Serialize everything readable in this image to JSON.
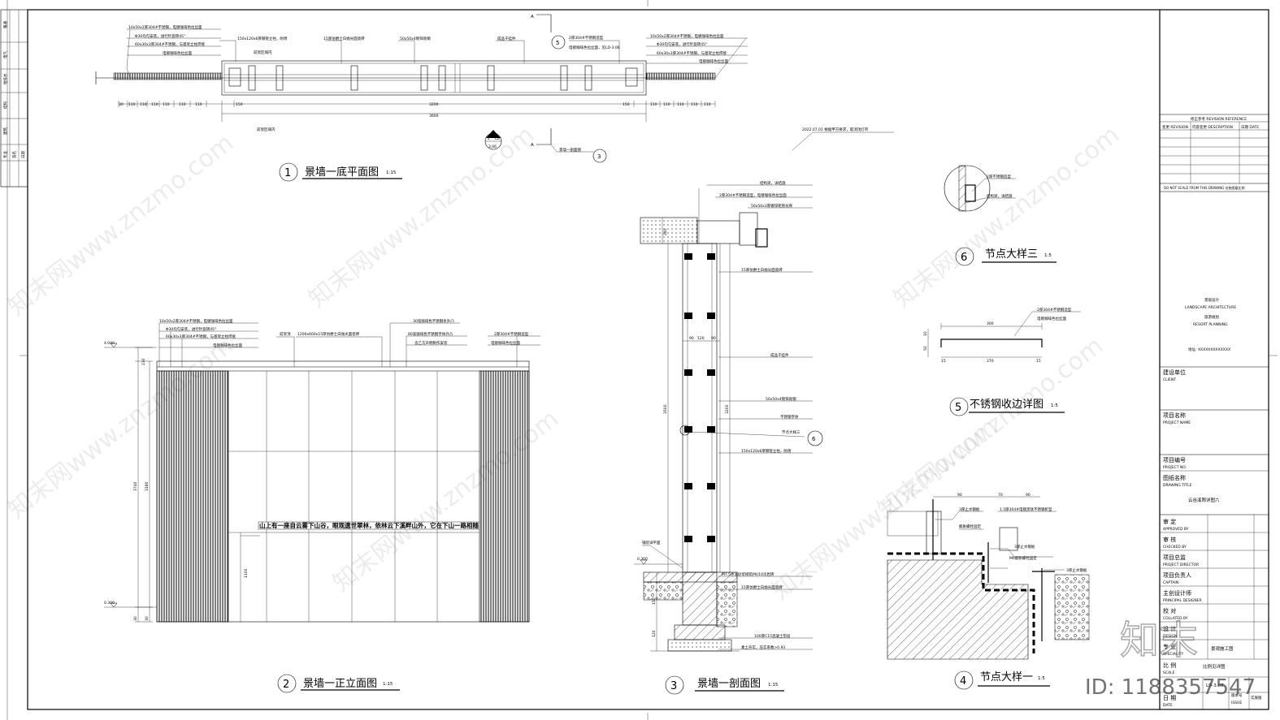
{
  "plan": {
    "num": "1",
    "title": "景墙一底平面图",
    "scale": "1:15",
    "dims_bottom": [
      "30",
      "110",
      "110",
      "110",
      "110",
      "110",
      "110",
      "150",
      "3200",
      "150",
      "110",
      "110",
      "110",
      "110",
      "110",
      "110",
      "30"
    ],
    "dim_total": "3600",
    "note_left1": "10x50x2厚304#不锈钢，电镀咖啡色拉丝面",
    "note_left2": "Φ30均匀安装，进行针旋转45°",
    "note_left3": "60x30x3厚304#不锈钢，与基架立柱焊接",
    "note_left4": "电镀咖啡色拉丝面",
    "note_a": "150x120x6厚钢管立柱，防锈",
    "note_b": "15厚仿爵士白抛光面瓷砖",
    "note_c": "50x50x4镀锌角钢",
    "note_d": "成品干挂件",
    "note_e": "2厚304#不锈钢造型",
    "note_f": "电镀咖啡色拉丝面，见LD-3.06",
    "note_r1": "10x50x2厚304#不锈钢，电镀咖啡色拉丝面",
    "note_r2": "Φ30均匀安装，进行针旋转45°",
    "note_r3": "60x30x3厚304#不锈钢，与基架立柱焊接",
    "note_r4": "电镀咖啡色拉丝面",
    "inside_label": "前架区域内",
    "bottom_label": "前架区域内",
    "section_mark": "A",
    "callout5": "5",
    "callout3": "3",
    "callout3_label": "景墙一剖面图",
    "ld_top": "2",
    "ld_mid": "LD",
    "ld_bot": "3.06"
  },
  "elev": {
    "num": "2",
    "title": "景墙一正立面图",
    "scale": "1:15",
    "lvl_top": "4.040",
    "lvl_bot": "0.300",
    "dim_230": "230",
    "dim_3740": "3740",
    "dim_3180": "3180",
    "dim_1100": "1100",
    "dim_30a": "30",
    "dim_30b": "30",
    "n1": "10x50x2厚304#不锈钢，电镀咖啡色拉丝面",
    "n2": "Φ30均匀安装，进行针旋转45°",
    "n3": "60x30x3厚304#不锈钢，与基架立柱焊接",
    "n4": "电镀咖啡色拉丝面",
    "n5": "前架顶",
    "n6": "1200x600x15厚仿爵士白抛光面瓷砖",
    "n7": "30宽咖啡色不锈钢条外凸",
    "n8": "80高咖啡色不锈钢字体外凸",
    "n9": "含乙方声明制作安装",
    "n10": "2厚304#不锈钢造型",
    "n11": "电镀咖啡色拉丝面",
    "slogan": "山上有一座自云雾下山谷，眼观遗世翠林，依林云下溪畔山外，它在下山一路相随"
  },
  "section": {
    "num": "3",
    "title": "景墙一剖面图",
    "scale": "1:15",
    "date_note": "2022.07.01 根据甲方要求，取消顶灯带",
    "s1": "结构梁，详结施",
    "s2": "2厚304#不锈钢造型，电镀咖啡色拉丝面",
    "s3": "50x50x3厚镀锌矩管龙骨",
    "s4": "15厚仿爵士白抛光面瓷砖",
    "s5": "成品干挂件",
    "s6": "50x50x4镀锌角钢",
    "s7": "不锈钢字体",
    "s8": "节点大样三",
    "s9": "150x120x6厚钢管立柱，防锈",
    "s10": "铺装详平面",
    "s11": "M7.5水泥砂浆砌筑MU10页岩砖",
    "s12": "15厚仿爵士白抛光面瓷砖",
    "s13": "100厚C15混凝土垫层",
    "s14": "素土夯实，压实系数>0.93",
    "lvl": "0.300",
    "d240": "240",
    "d3500": "3500",
    "d3200": "3200",
    "d90a": "90",
    "d120": "120",
    "d90b": "90",
    "d150": "150",
    "d120b": "120",
    "callout6": "6"
  },
  "node3": {
    "num": "6",
    "title": "节点大样三",
    "scale": "1:5",
    "a1": "2厚不锈钢造型",
    "a2": "结构梁，详结施"
  },
  "edge": {
    "num": "5",
    "title": "不锈钢收边详图",
    "scale": "1:5",
    "a1": "2厚304#不锈钢造型",
    "a2": "电镀咖啡色拉丝面",
    "d300": "300",
    "d270": "270",
    "d15a": "15",
    "d15b": "15",
    "d50": "50",
    "d10": "10"
  },
  "node1": {
    "num": "4",
    "title": "节点大样一",
    "scale": "1:5",
    "d90a": "90",
    "d70": "70",
    "d90b": "90",
    "b1": "3厚止水钢板",
    "b2": "1.5厚304#电镀黑钛不锈钢折型",
    "b3": "膨胀螺栓固定",
    "b4": "3厚止水钢板",
    "b5": "M6膨胀螺栓固定",
    "b6": "3厚止水钢板"
  },
  "titleblock": {
    "rev_ref": "修正参考    REVISION REFERENCE",
    "rev_h1": "变更 REVISION",
    "rev_h2": "内容变更 DESCRIPTION",
    "rev_h3": "日期 DATE",
    "no_scale": "DO NOT SCALE FROM THIS DRAWING  勿依图量比例",
    "firm1": "景观设计",
    "firm2": "LANDSCAPE ARCHITECTURE",
    "firm3": "旅游规划",
    "firm4": "RESORT PLANNING",
    "addr": "地址: XXXXXXXXXXXXX",
    "client_cn": "建设单位",
    "client_en": "CLIENT",
    "proj_cn": "项目名称",
    "proj_en": "PROJECT NAME",
    "pno_cn": "项目编号",
    "pno_en": "PROJECT NO.",
    "dtitle_cn": "图纸名称",
    "dtitle_en": "DRAWING TITLE",
    "dtitle_val": "云谷溪照详图六",
    "r_approved_cn": "审 定",
    "r_approved_en": "APPROVED BY",
    "r_checked_cn": "审 核",
    "r_checked_en": "CHECKED BY",
    "r_pd_cn": "项目总监",
    "r_pd_en": "PROJECT DIRECTOR",
    "r_cap_cn": "项目负责人",
    "r_cap_en": "CAPTAIN",
    "r_pdes_cn": "主创设计师",
    "r_pdes_en": "PRINCIPAL DESIGNER",
    "r_col_cn": "校 对",
    "r_col_en": "COLLATED BY",
    "r_des_cn": "设 计",
    "r_des_en": "DESIGN",
    "spec_cn": "专 业",
    "spec_en": "SPECIALITY",
    "spec_val": "景观施工图",
    "scale_cn": "比 例",
    "scale_en": "SCALE",
    "scale_val": "比例见详图",
    "date_cn": "日 期",
    "date_en": "DATE",
    "dno": "LD-3.06",
    "ver_cn": "版本号",
    "ver_en": "ISSUE",
    "ver_val": "实施版"
  },
  "leftstrip": {
    "items": [
      "暖通",
      "电气",
      "给排水",
      "结构",
      "建筑",
      "专业",
      "签名",
      "日期"
    ]
  },
  "watermark": {
    "text": "知末网www.znzmo.com",
    "logo": "知末",
    "id": "ID: 1188357547"
  }
}
